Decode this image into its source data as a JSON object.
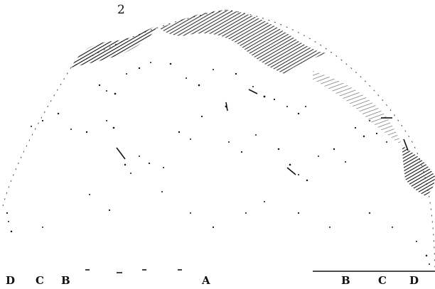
{
  "figure": {
    "number_label": "2",
    "baseline_labels": {
      "left": [
        "D",
        "C",
        "B"
      ],
      "center": "A",
      "right": [
        "B",
        "C",
        "D"
      ]
    }
  },
  "colors": {
    "ink": "#111111",
    "paper": "#ffffff"
  }
}
